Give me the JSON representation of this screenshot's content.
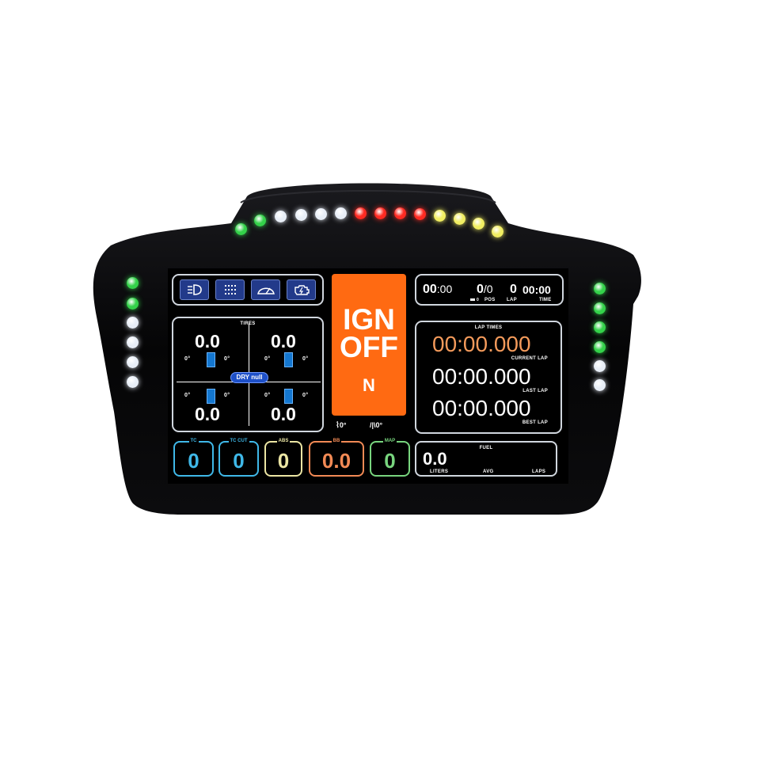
{
  "top_leds": [
    "#34d24a",
    "#34d24a",
    "#e8eef7",
    "#e8eef7",
    "#e8eef7",
    "#e8eef7",
    "#ff2a22",
    "#ff2a22",
    "#ff2a22",
    "#ff2a22",
    "#f1ee62",
    "#f1ee62",
    "#f1ee62",
    "#f1ee62"
  ],
  "left_leds": [
    "#34d24a",
    "#34d24a",
    "#e8eef7",
    "#e8eef7",
    "#e8eef7",
    "#e8eef7"
  ],
  "right_leds": [
    "#34d24a",
    "#34d24a",
    "#34d24a",
    "#34d24a",
    "#e8eef7",
    "#e8eef7"
  ],
  "status": {
    "ign_line1": "IGN",
    "ign_line2": "OFF",
    "gear": "N",
    "bias_value": "0°",
    "slope_value": "0°",
    "accent": "#ff6a12"
  },
  "race_info": {
    "time_main": "00",
    "time_sub": ":00",
    "pos_value": "0",
    "pos_total": "/0",
    "pos_small": "0",
    "pos_label": "POS",
    "lap_value": "0",
    "lap_label": "LAP",
    "clock": "00:00",
    "time_label": "TIME"
  },
  "lap_times": {
    "title": "LAP TIMES",
    "current": "00:00.000",
    "current_label": "CURRENT LAP",
    "last": "00:00.000",
    "last_label": "LAST LAP",
    "best": "00:00.000",
    "best_label": "BEST LAP",
    "current_color": "#f39a5b"
  },
  "tires": {
    "title": "TIRES",
    "compound": "DRY null",
    "fl": {
      "pressure": "0.0",
      "temp_left": "0°",
      "temp_right": "0°"
    },
    "fr": {
      "pressure": "0.0",
      "temp_left": "0°",
      "temp_right": "0°"
    },
    "rl": {
      "pressure": "0.0",
      "temp_left": "0°",
      "temp_right": "0°"
    },
    "rr": {
      "pressure": "0.0",
      "temp_left": "0°",
      "temp_right": "0°"
    }
  },
  "settings": [
    {
      "label": "TC",
      "value": "0",
      "color": "#3fb8e8"
    },
    {
      "label": "TC CUT",
      "value": "0",
      "color": "#3fb8e8"
    },
    {
      "label": "ABS",
      "value": "0",
      "color": "#ece6a4"
    },
    {
      "label": "BB",
      "value": "0.0",
      "color": "#f28a55"
    },
    {
      "label": "MAP",
      "value": "0",
      "color": "#78d57e"
    }
  ],
  "fuel": {
    "title": "FUEL",
    "value": "0.0",
    "liters_label": "LITERS",
    "avg_label": "AVG",
    "laps_label": "LAPS"
  },
  "icons": [
    "headlight-icon",
    "grid-icon",
    "wiper-icon",
    "engine-warning-icon"
  ]
}
